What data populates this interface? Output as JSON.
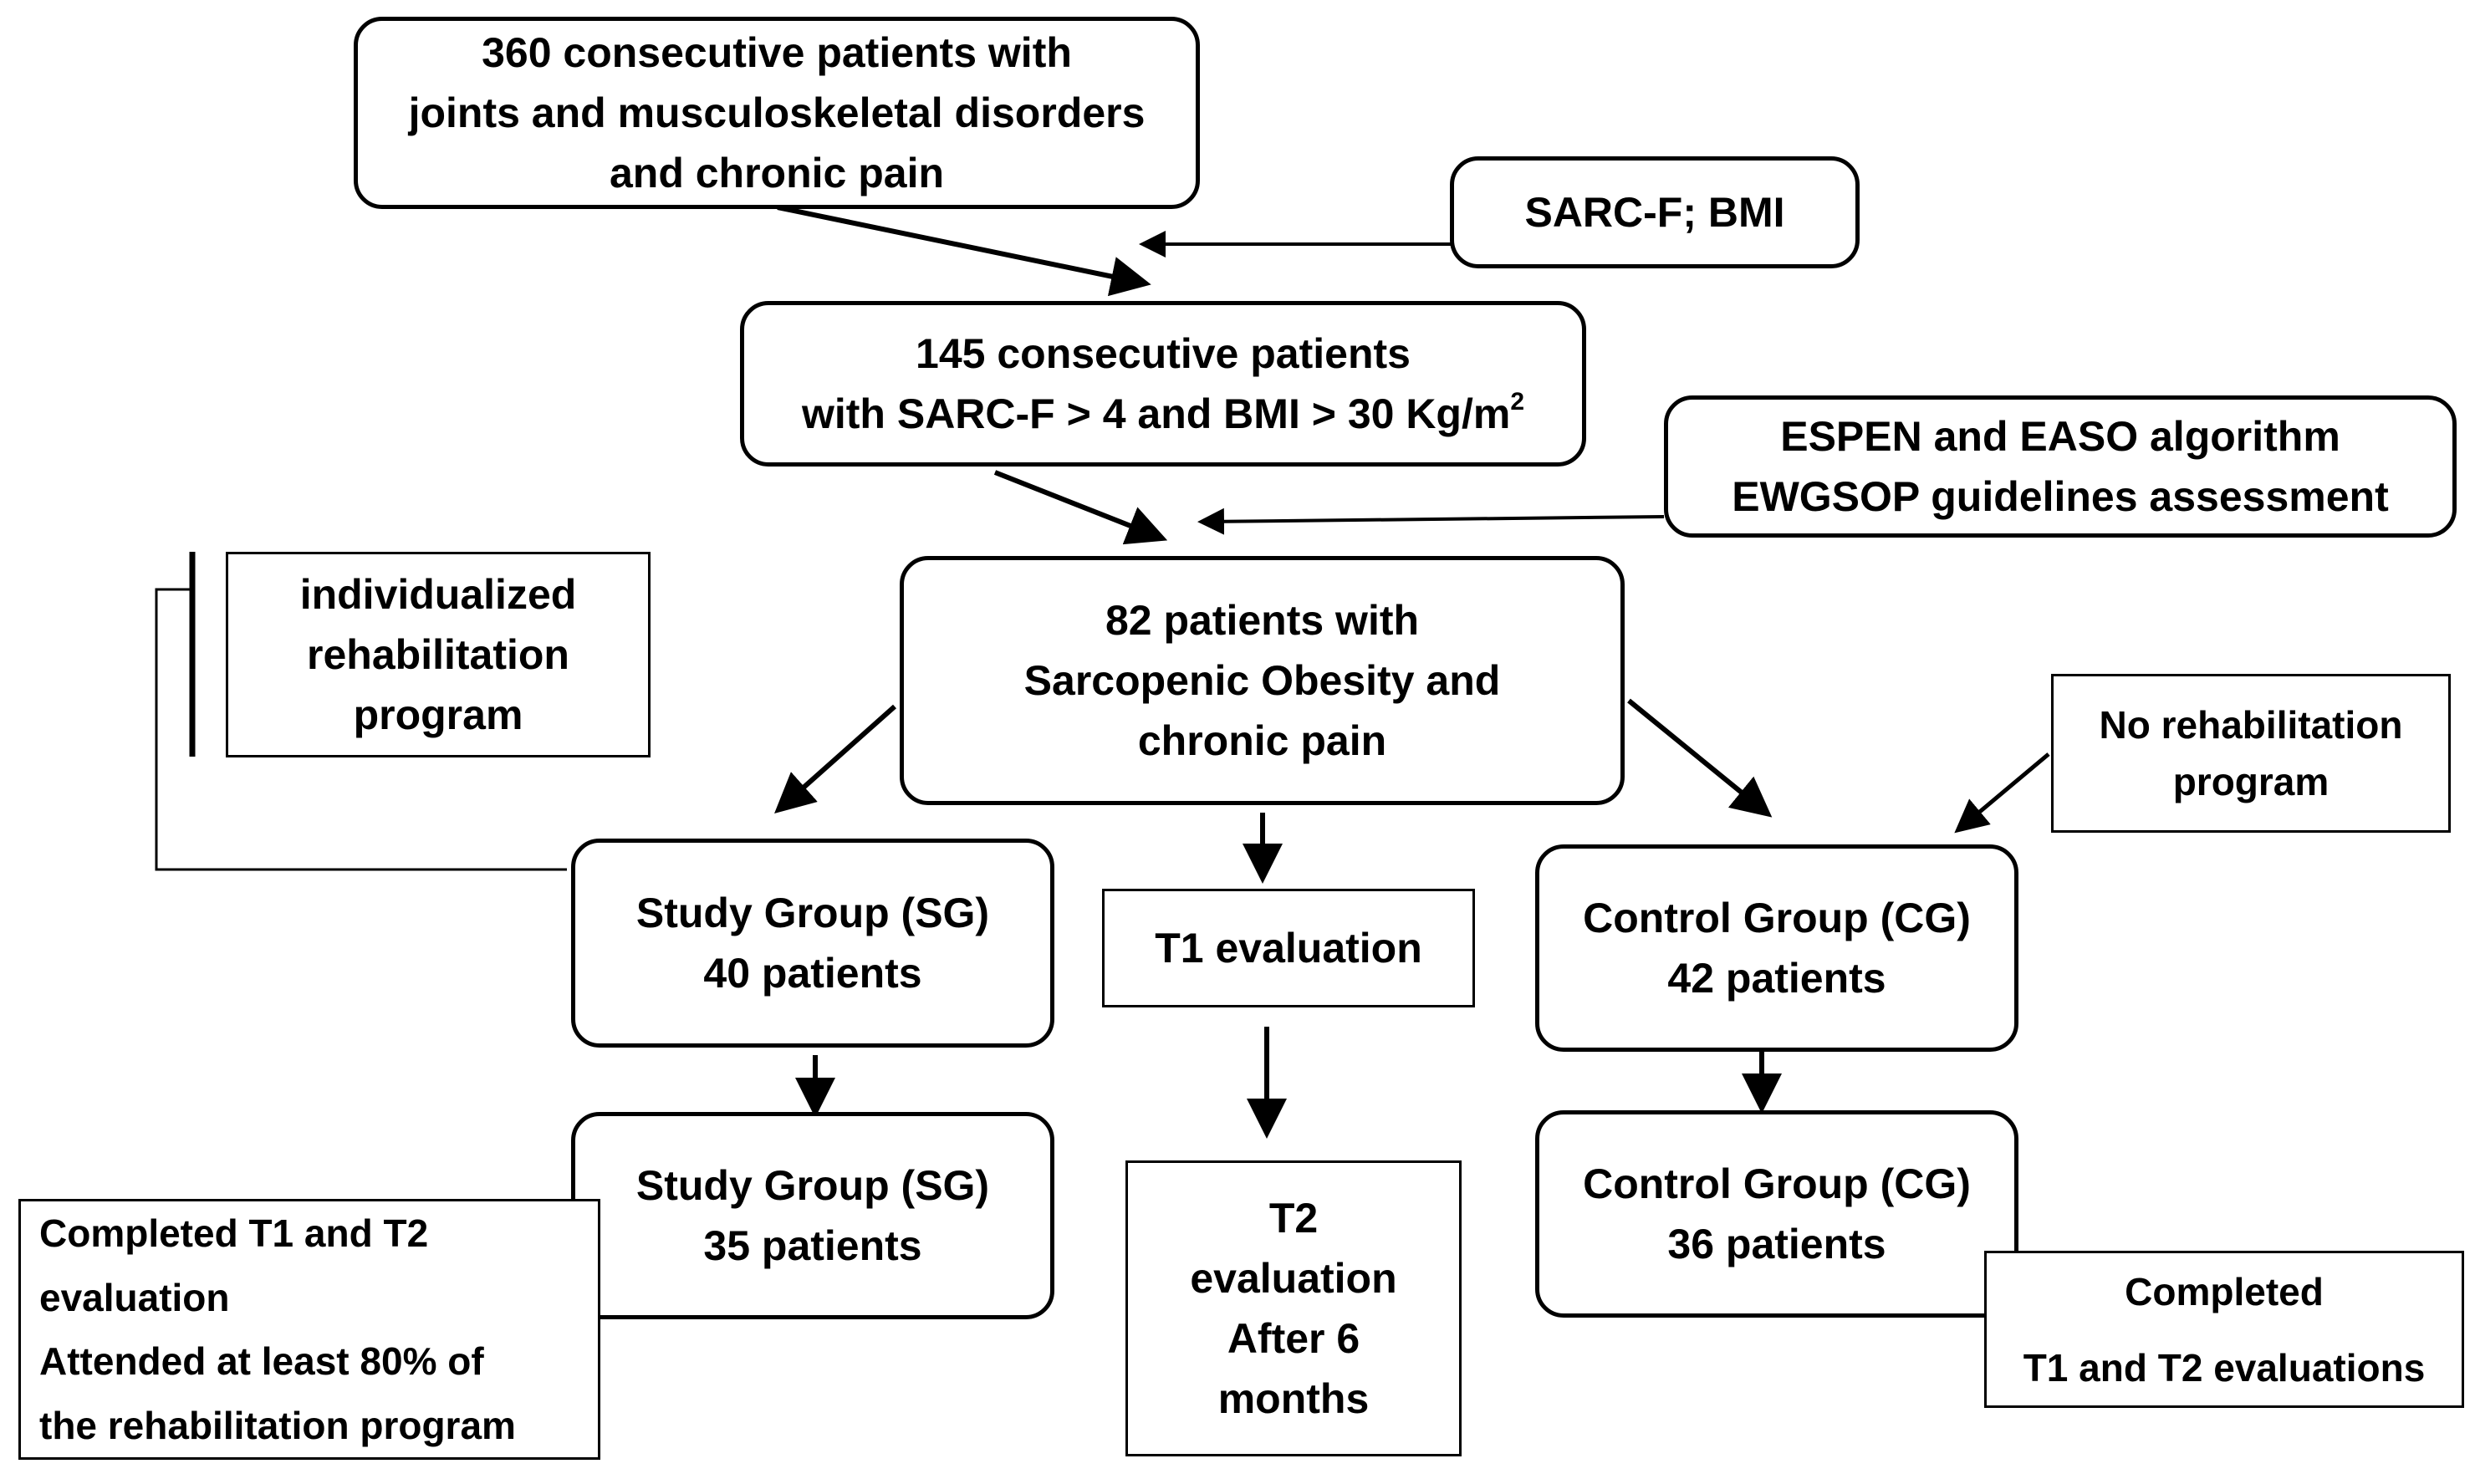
{
  "nodes": {
    "initial": [
      "360 consecutive patients with",
      "joints and musculoskeletal disorders",
      "and chronic pain"
    ],
    "sarcf_bmi": "SARC-F; BMI",
    "screened": [
      "145 consecutive patients",
      "with SARC-F > 4 and BMI > 30 Kg/m",
      "2"
    ],
    "espen": [
      "ESPEN and EASO algorithm",
      "EWGSOP guidelines assessment"
    ],
    "individualized": [
      "individualized",
      "rehabilitation",
      "program"
    ],
    "so_patients": [
      "82 patients  with",
      "Sarcopenic Obesity and",
      "chronic pain"
    ],
    "no_rehab": [
      "No rehabilitation",
      "program"
    ],
    "sg1": [
      "Study Group (SG)",
      "40 patients"
    ],
    "t1": "T1 evaluation",
    "cg1": [
      "Control Group (CG)",
      "42 patients"
    ],
    "sg2": [
      "Study Group (SG)",
      "35 patients"
    ],
    "t2": [
      "T2",
      "evaluation",
      "After 6",
      "months"
    ],
    "cg2": [
      "Control Group (CG)",
      "36 patients"
    ],
    "sg_completed": [
      "Completed T1 and T2",
      "evaluation",
      "Attended at least 80% of",
      "the rehabilitation program"
    ],
    "cg_completed": [
      "Completed",
      "T1 and T2 evaluations"
    ]
  }
}
